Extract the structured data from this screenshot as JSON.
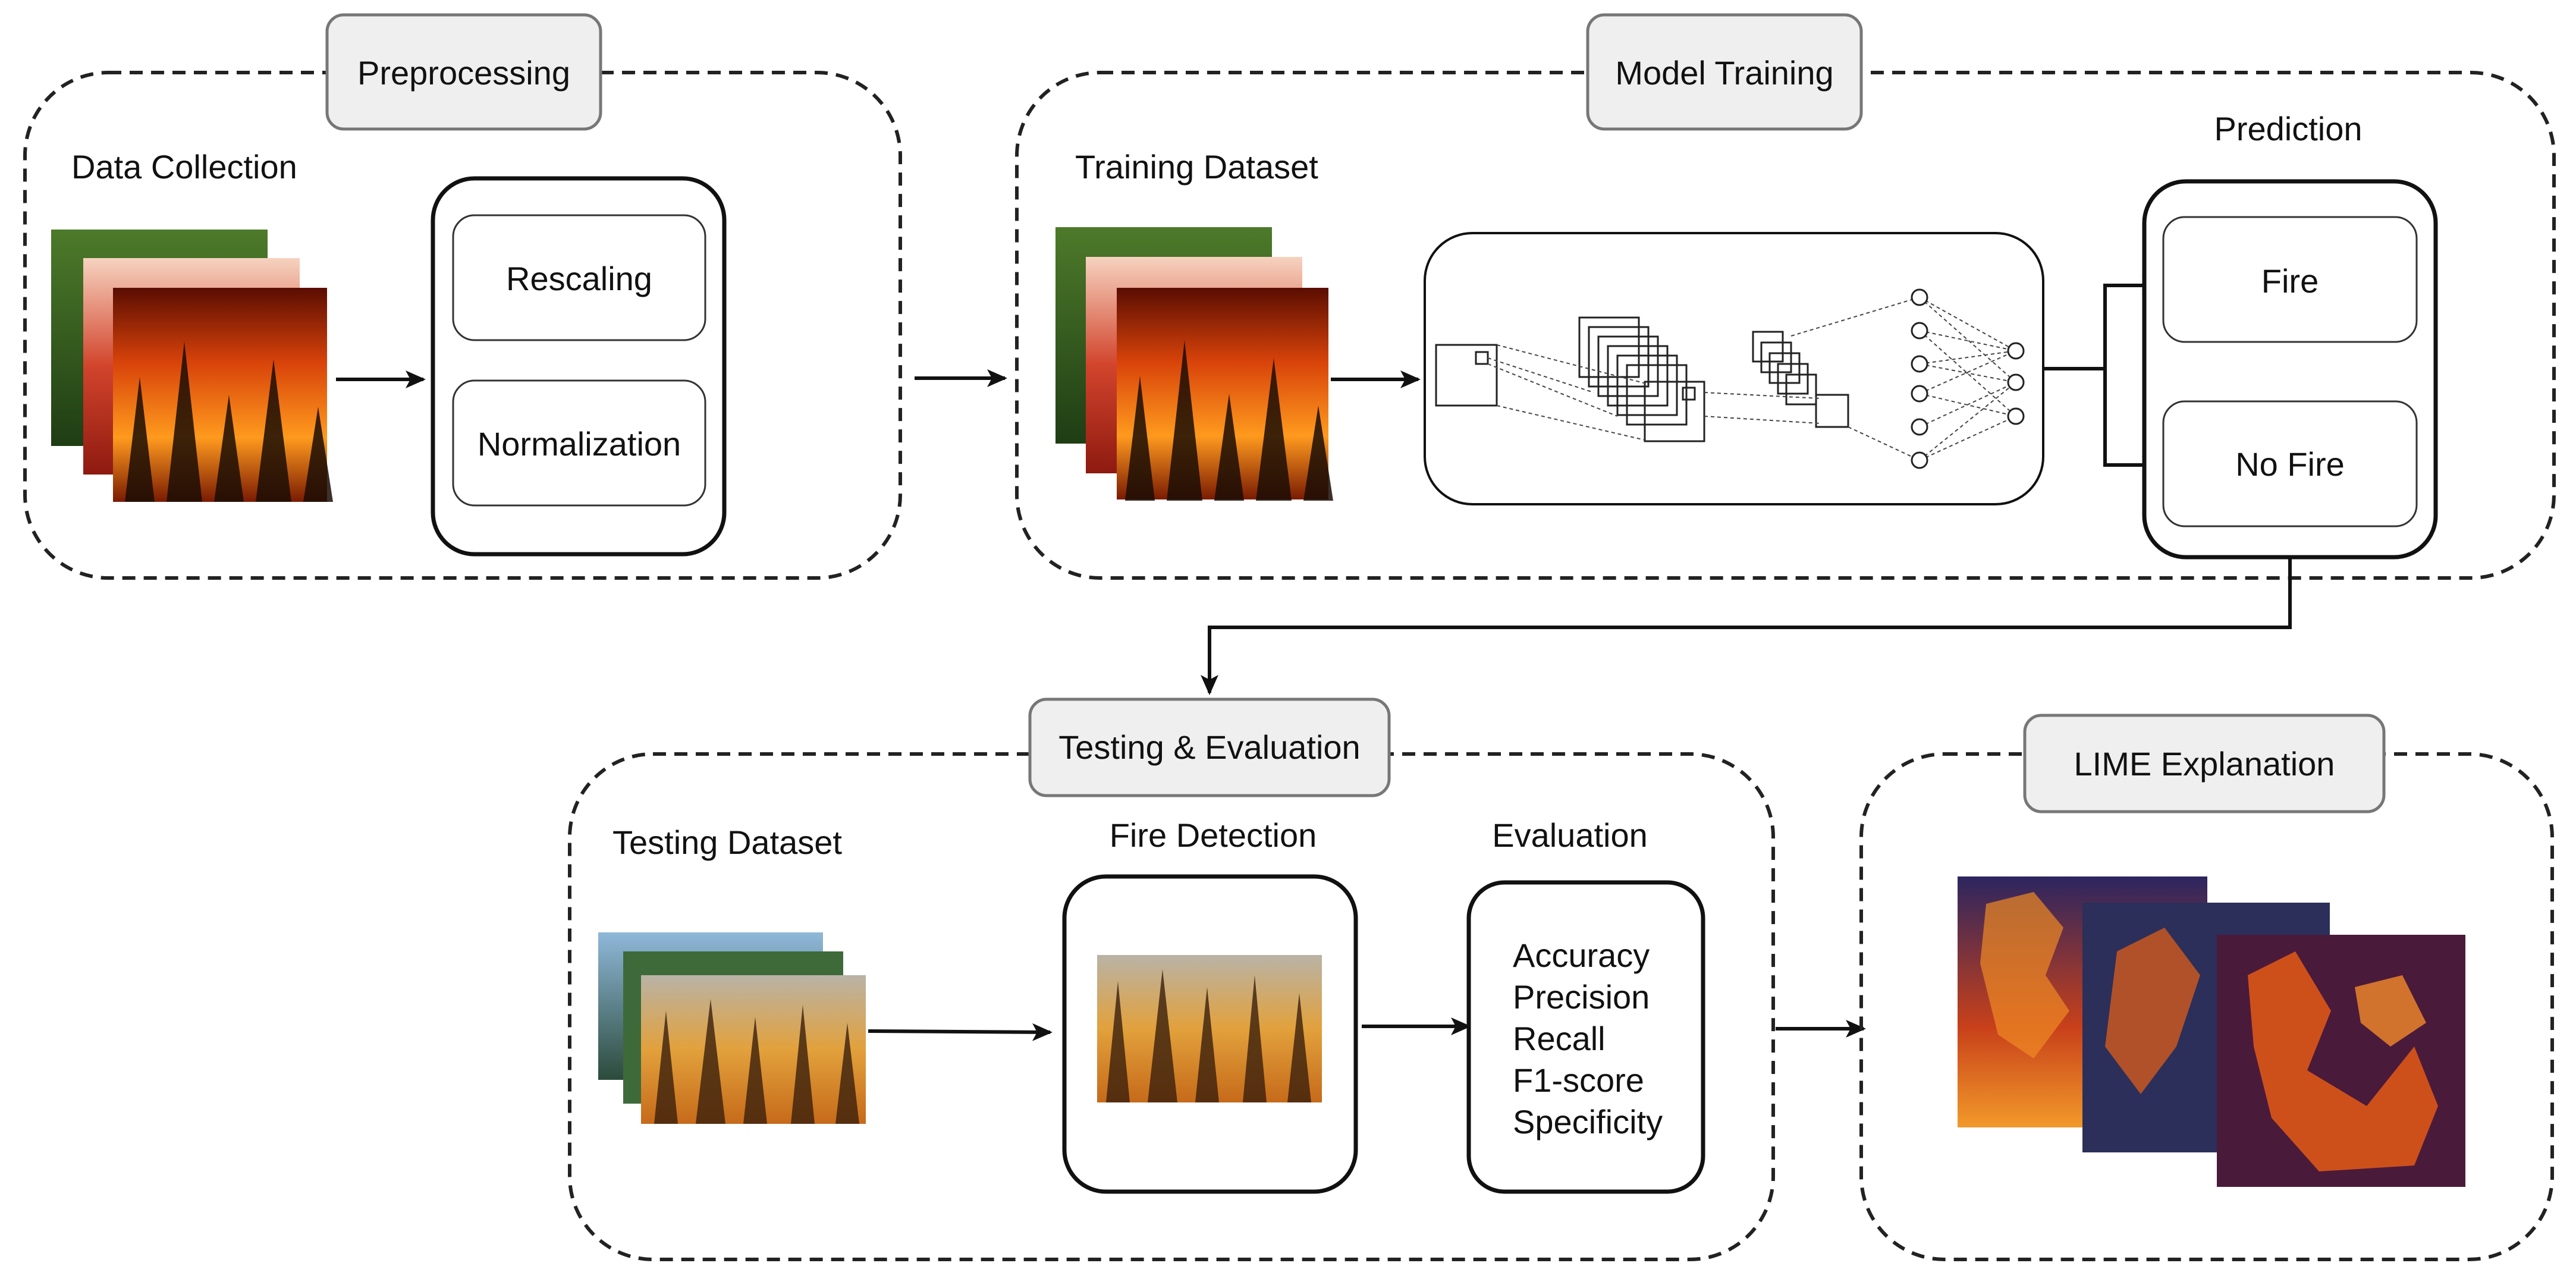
{
  "stages": {
    "preprocessing": {
      "title": "Preprocessing",
      "data_label": "Data Collection",
      "steps": [
        "Rescaling",
        "Normalization"
      ]
    },
    "training": {
      "title": "Model Training",
      "data_label": "Training Dataset",
      "prediction_label": "Prediction",
      "classes": [
        "Fire",
        "No Fire"
      ]
    },
    "testing": {
      "title": "Testing & Evaluation",
      "data_label": "Testing Dataset",
      "detection_label": "Fire Detection",
      "evaluation_label": "Evaluation",
      "metrics": [
        "Accuracy",
        "Precision",
        "Recall",
        "F1-score",
        "Specificity"
      ]
    },
    "lime": {
      "title": "LIME Explanation"
    }
  },
  "colors": {
    "pill_fill": "#efefef",
    "fire_dark": "#8a1c05",
    "fire_bright": "#ff9a1e",
    "lime_overlay": "#3a2a6a"
  }
}
